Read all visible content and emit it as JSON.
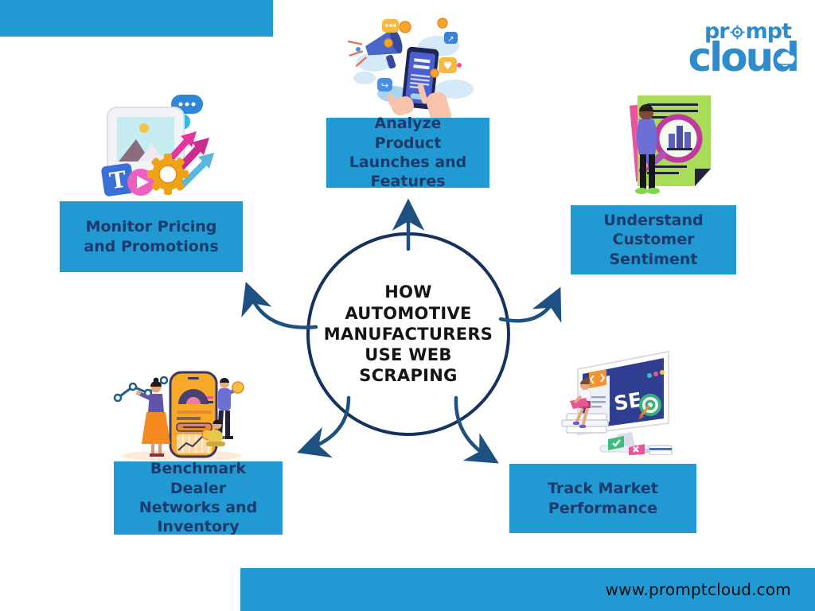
{
  "header": {
    "logo": {
      "part1": "pr",
      "part2": "mpt",
      "word2": "cloud"
    }
  },
  "diagram": {
    "center_title": "How Automotive Manufacturers Use Web Scraping",
    "nodes": [
      {
        "label": "Analyze Product Launches and Features",
        "position": "top",
        "illustration": "social-media-megaphone-phone"
      },
      {
        "label": "Monitor Pricing and Promotions",
        "position": "left",
        "illustration": "content-media-growth-arrows"
      },
      {
        "label": "Understand Customer Sentiment",
        "position": "right",
        "illustration": "person-magnifier-report"
      },
      {
        "label": "Benchmark Dealer Networks and Inventory",
        "position": "bottom-left",
        "illustration": "team-mobile-analytics"
      },
      {
        "label": "Track Market Performance",
        "position": "bottom-right",
        "illustration": "seo-monitor-target"
      }
    ],
    "illustration_texts": {
      "seo": "SE",
      "letter_tile": "T"
    }
  },
  "footer": {
    "website": "www.promptcloud.com"
  },
  "colors": {
    "accent_blue": "#2199d2",
    "box_text_navy": "#1c3a6b",
    "circle_stroke": "#14325e",
    "arrow": "#1d5181",
    "logo_blue": "#2f8cca"
  }
}
